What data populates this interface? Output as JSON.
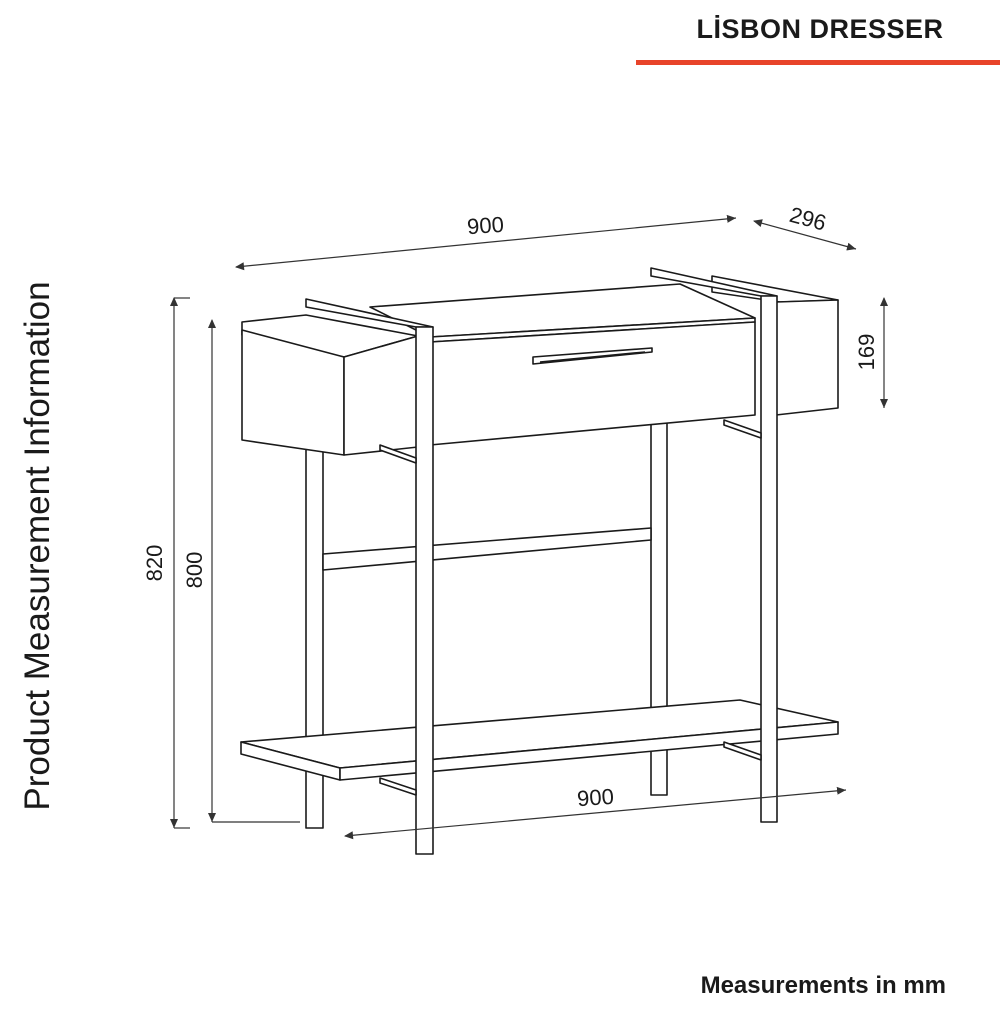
{
  "header": {
    "title": "LİSBON DRESSER",
    "accent_color": "#e8442a"
  },
  "side_label": "Product Measurement Information",
  "footer": {
    "note": "Measurements in mm"
  },
  "dimensions": {
    "top_width": "900",
    "depth": "296",
    "box_height": "169",
    "total_height": "820",
    "body_height": "800",
    "bottom_width": "900"
  }
}
